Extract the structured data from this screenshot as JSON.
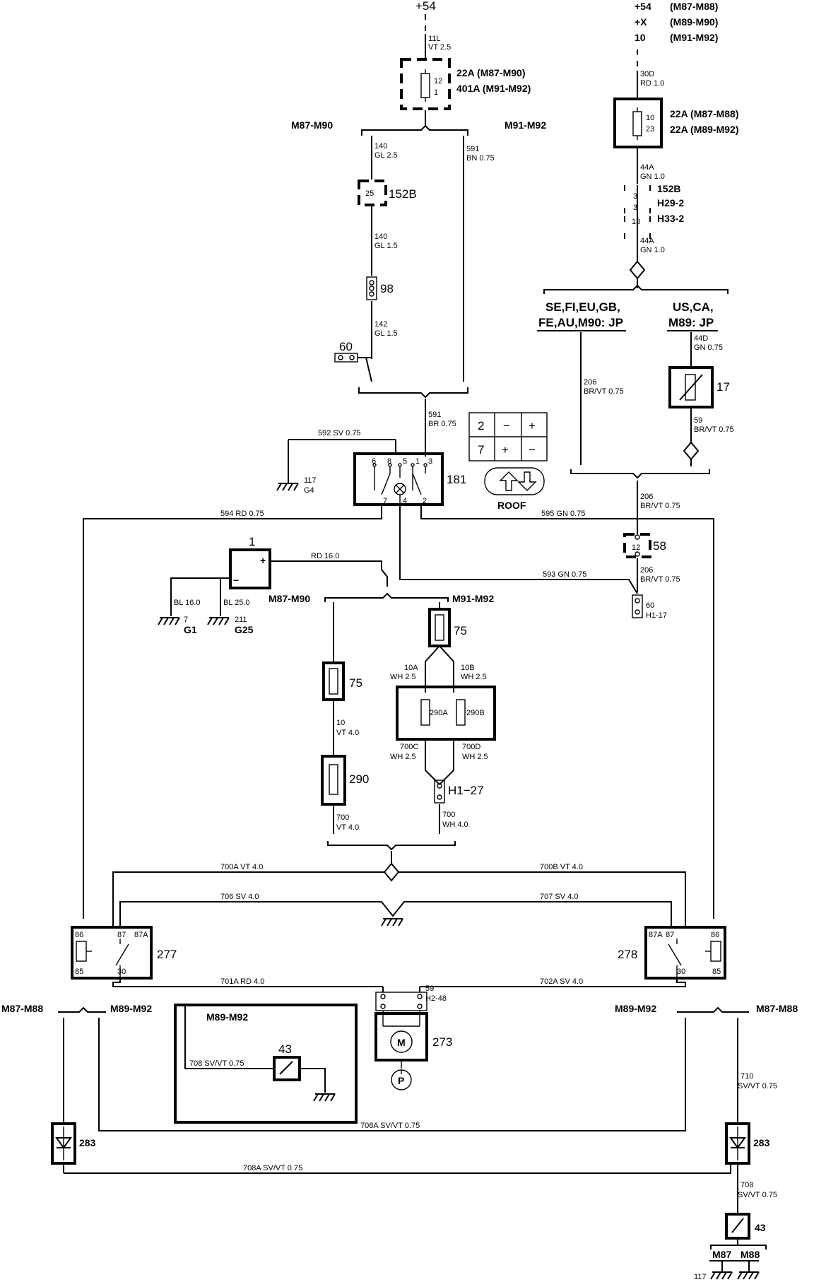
{
  "supplies": {
    "left_plus54": "+54",
    "right_line1_term": "+54",
    "right_line1_var": "(M87-M88)",
    "right_line2_term": "+X",
    "right_line2_var": "(M89-M90)",
    "right_line3_term": "10",
    "right_line3_var": "(M91-M92)"
  },
  "wires": {
    "w11L_num": "11L",
    "w11L_col": "VT 2.5",
    "w30D_num": "30D",
    "w30D_col": "RD 1.0",
    "w140a_num": "140",
    "w140a_col": "GL 2.5",
    "w591a_num": "591",
    "w591a_col": "BN 0.75",
    "w140b_num": "140",
    "w140b_col": "GL 1.5",
    "w142_num": "142",
    "w142_col": "GL 1.5",
    "w44Aa_num": "44A",
    "w44Aa_col": "GN 1.0",
    "w44Ab_num": "44A",
    "w44Ab_col": "GN 1.0",
    "w44D_num": "44D",
    "w44D_col": "GN 0.75",
    "w206a_num": "206",
    "w206a_col": "BR/VT 0.75",
    "w59_num": "59",
    "w59_col": "BR/VT 0.75",
    "w591b_num": "591",
    "w591b_col": "BR 0.75",
    "w592": "592  SV  0.75",
    "w594": "594  RD  0.75",
    "w595": "595  GN  0.75",
    "w206b_num": "206",
    "w206b_col": "BR/VT 0.75",
    "w206c_num": "206",
    "w206c_col": "BR/VT 0.75",
    "w593": "593  GN  0.75",
    "wRD16": "RD  16.0",
    "wBL16": "BL  16.0",
    "wBL25": "BL  25.0",
    "w10A_num": "10A",
    "w10A_col": "WH  2.5",
    "w10B_num": "10B",
    "w10B_col": "WH  2.5",
    "w10_num": "10",
    "w10_col": "VT  4.0",
    "w700C_num": "700C",
    "w700C_col": "WH  2.5",
    "w700D_num": "700D",
    "w700D_col": "WH  2.5",
    "w700_num": "700",
    "w700_col": "VT  4.0",
    "w700b_num": "700",
    "w700b_col": "WH  4.0",
    "w700A": "700A  VT  4.0",
    "w700B": "700B  VT  4.0",
    "w706": "706  SV  4.0",
    "w707": "707  SV  4.0",
    "w701A": "701A  RD  4.0",
    "w702A": "702A  SV  4.0",
    "w708": "708  SV/VT  0.75",
    "w708A_a": "708A  SV/VT  0.75",
    "w708A_b": "708A  SV/VT  0.75",
    "w710_num": "710",
    "w710_col": "SV/VT 0.75",
    "w708b_num": "708",
    "w708b_col": "SV/VT 0.75"
  },
  "components": {
    "fuse22_l1": "22A (M87-M90)",
    "fuse22_l2": "401A (M91-M92)",
    "fuse22_pin_a": "12",
    "fuse22_pin_b": "1",
    "fuse_r_l1": "22A (M87-M88)",
    "fuse_r_l2": "22A (M89-M92)",
    "fuse_r_pin_a": "10",
    "fuse_r_pin_b": "23",
    "c152B_left_pin": "25",
    "c152B_left": "152B",
    "c152B_right": "152B",
    "c152B_right_pin": "3",
    "cH29_pin": "3",
    "cH29": "H29-2",
    "cH33_pin": "18",
    "cH33": "H33-2",
    "c98": "98",
    "c60": "60",
    "c17": "17",
    "c58": "58",
    "c58_pin": "12",
    "c60b": "60",
    "cH1_17": "H1-17",
    "c181": "181",
    "c181_pins": [
      "6",
      "8",
      "5",
      "1",
      "3"
    ],
    "c181_pin7": "7",
    "c181_pin4": "4",
    "c181_pin2": "2",
    "c117a": "117",
    "cG4": "G4",
    "battery": "1",
    "batt_plus": "+",
    "batt_minus": "−",
    "g7": "7",
    "gG1": "G1",
    "g211": "211",
    "gG25": "G25",
    "c75a": "75",
    "c75b": "75",
    "c290": "290",
    "c290A": "290A",
    "c290B": "290B",
    "cH1_27": "H1−27",
    "c277": "277",
    "c278": "278",
    "relay277_pins": [
      "86",
      "87",
      "87A",
      "85",
      "30"
    ],
    "relay278_pins": [
      "87A",
      "87",
      "86",
      "30",
      "85"
    ],
    "c273": "273",
    "motor": "M",
    "pump": "P",
    "c59_pin": "59",
    "cH2_48": "H2-48",
    "c43a": "43",
    "c43b": "43",
    "c283a": "283",
    "c283b": "283",
    "c117b": "117"
  },
  "variants": {
    "m87_m90": "M87-M90",
    "m91_m92": "M91-M92",
    "m87_m90b": "M87-M90",
    "m91_m92b": "M91-M92",
    "region_left_l1": "SE,FI,EU,GB,",
    "region_left_l2": "FE,AU,M90: JP",
    "region_right_l1": "US,CA,",
    "region_right_l2": "M89: JP",
    "m87_m88_left": "M87-M88",
    "m89_m92_left": "M89-M92",
    "m89_m92_right": "M89-M92",
    "m87_m88_right": "M87-M88",
    "box_variant": "M89-M92",
    "bottom_m87": "M87",
    "bottom_m88": "M88"
  },
  "switch_panel": {
    "keys": [
      "2",
      "−",
      "+",
      "7",
      "+",
      "−"
    ],
    "roof_label": "ROOF"
  }
}
